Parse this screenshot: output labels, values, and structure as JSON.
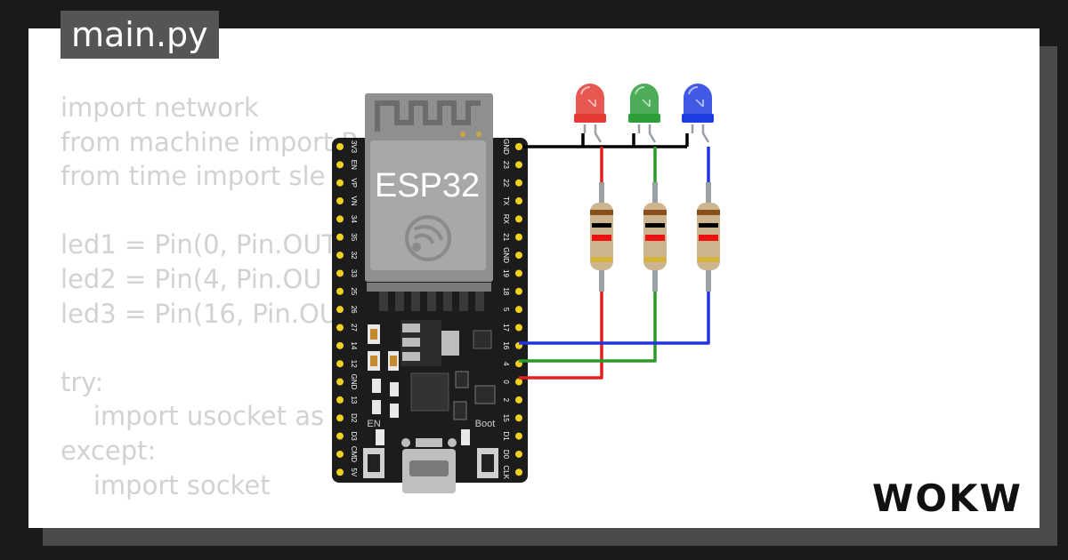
{
  "editor": {
    "filename": "main.py",
    "code_lines": [
      "import network",
      "from machine import P",
      "from time import sle",
      "",
      "led1 = Pin(0, Pin.OUT",
      "led2 = Pin(4, Pin.OU",
      "led3 = Pin(16, Pin.OU",
      "",
      "try:",
      "    import usocket as",
      "except:",
      "    import socket"
    ]
  },
  "board": {
    "chip_label": "ESP32",
    "button_en_label": "EN",
    "button_boot_label": "Boot",
    "left_pins": [
      "3V3",
      "EN",
      "VP",
      "VN",
      "34",
      "35",
      "32",
      "33",
      "25",
      "26",
      "27",
      "14",
      "12",
      "GND",
      "13",
      "D2",
      "D3",
      "CMD",
      "5V"
    ],
    "right_pins": [
      "GND",
      "23",
      "22",
      "TX",
      "RX",
      "21",
      "GND",
      "19",
      "18",
      "5",
      "17",
      "16",
      "4",
      "0",
      "2",
      "15",
      "D1",
      "D0",
      "CLK"
    ]
  },
  "leds": [
    {
      "name": "red-led",
      "color": "#e53935"
    },
    {
      "name": "green-led",
      "color": "#2e9e3a"
    },
    {
      "name": "blue-led",
      "color": "#1e3de0"
    }
  ],
  "wire_colors": {
    "ground": "#000000",
    "red": "#e02020",
    "green": "#2a9a2a",
    "blue": "#2233dd"
  },
  "brand": {
    "logo_text": "WOKWi"
  }
}
